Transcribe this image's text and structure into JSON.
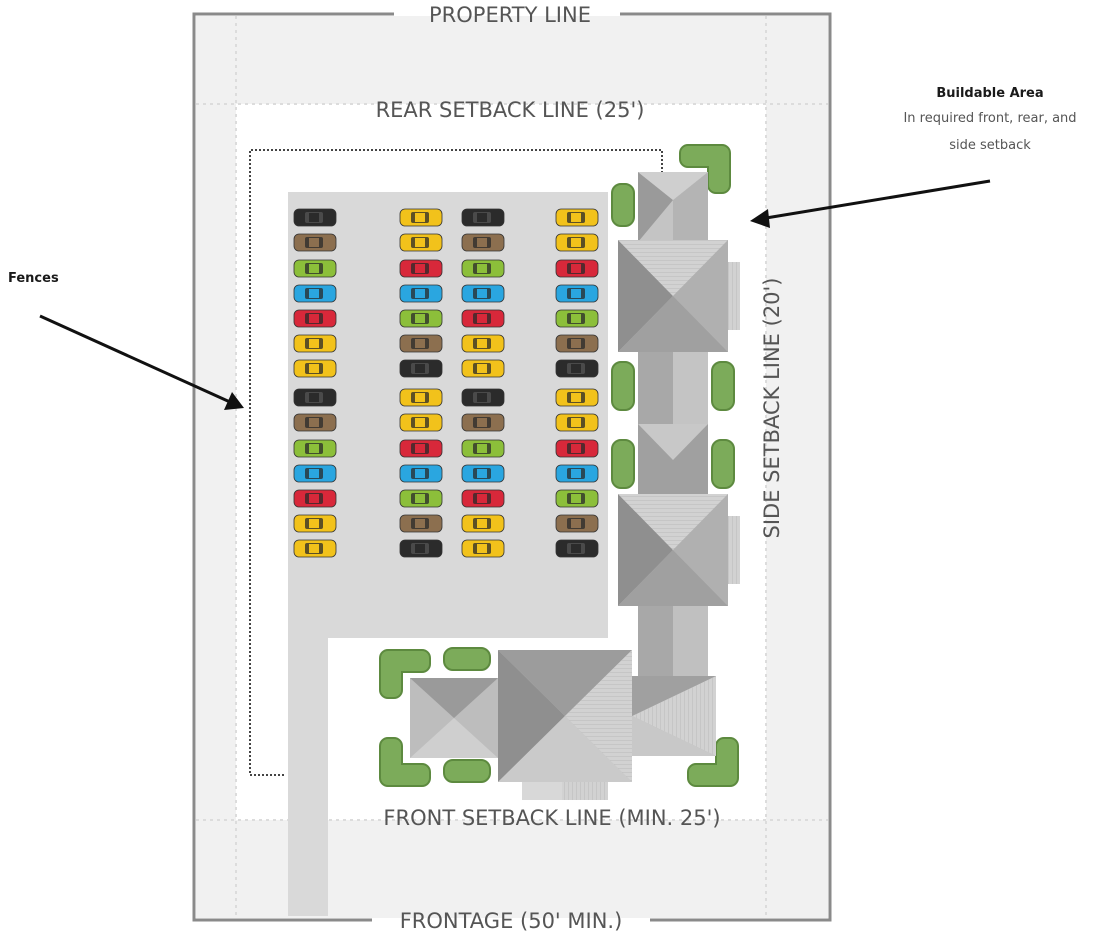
{
  "labels": {
    "property_line": "PROPERTY LINE",
    "rear_setback": "REAR SETBACK LINE (25')",
    "side_setback": "SIDE SETBACK LINE (20')",
    "front_setback": "FRONT SETBACK LINE (MIN. 25')",
    "frontage": "FRONTAGE (50' MIN.)"
  },
  "annotations": {
    "buildable_title": "Buildable Area",
    "buildable_line1": "In required front, rear, and",
    "buildable_line2": "side setback",
    "fences": "Fences"
  },
  "colors": {
    "property_line": "#8a8a8a",
    "setback_zone": "#f1f1f1",
    "parking_lot": "#d9d9d9",
    "roof_light": "#c4c4c4",
    "roof_dark": "#8f8f8f",
    "shrub": "#7cab5a",
    "car_black": "#2b2b2b",
    "car_brown": "#8c6f4f",
    "car_green": "#8cbf3a",
    "car_blue": "#2aa6e0",
    "car_red": "#d8283a",
    "car_yellow": "#f2c21b"
  },
  "parking": {
    "columns": [
      [
        "black",
        "brown",
        "green",
        "blue",
        "red",
        "yellow",
        "yellow",
        "black",
        "brown",
        "green",
        "blue",
        "red",
        "yellow",
        "yellow"
      ],
      [
        "yellow",
        "yellow",
        "red",
        "blue",
        "green",
        "brown",
        "black",
        "yellow",
        "yellow",
        "red",
        "blue",
        "green",
        "brown",
        "black"
      ],
      [
        "black",
        "brown",
        "green",
        "blue",
        "red",
        "yellow",
        "yellow",
        "black",
        "brown",
        "green",
        "blue",
        "red",
        "yellow",
        "yellow"
      ],
      [
        "yellow",
        "yellow",
        "red",
        "blue",
        "green",
        "brown",
        "black",
        "yellow",
        "yellow",
        "red",
        "blue",
        "green",
        "brown",
        "black"
      ]
    ]
  }
}
